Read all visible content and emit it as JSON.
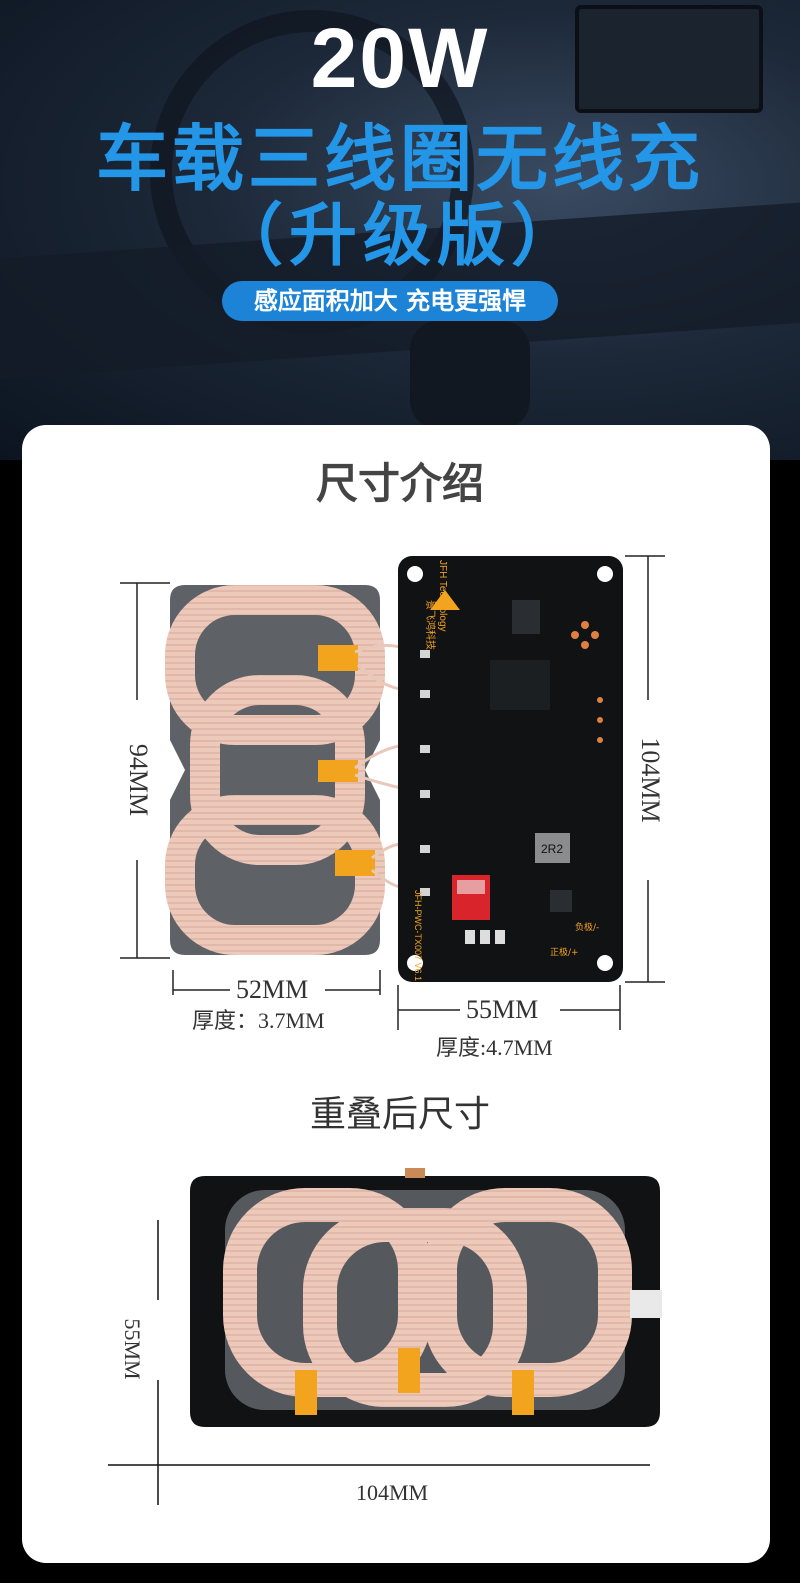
{
  "hero": {
    "title_power": "20W",
    "title_main": "车载三线圈无线充",
    "title_sub": "（升级版）",
    "tagline": "感应面积加大 充电更强悍"
  },
  "sections": {
    "size_intro": "尺寸介绍",
    "overlap_size": "重叠后尺寸"
  },
  "dimensions": {
    "coil_height": "94MM",
    "coil_width": "52MM",
    "coil_thickness": "厚度：3.7MM",
    "board_height": "104MM",
    "board_width": "55MM",
    "board_thickness": "厚度:4.7MM",
    "overlap_height": "55MM",
    "overlap_width": "104MM"
  },
  "board_markings": {
    "brand": "JFH Technology",
    "brand_cn": "景飞鸿科技",
    "model": "JFH-PWC-TX007 V6.1",
    "inductor": "2R2",
    "neg": "负极/-",
    "pos": "正极/+"
  },
  "colors": {
    "accent_blue": "#2496e8",
    "pill_blue": "#1d83d6",
    "copper": "#e9c3b4",
    "pcb": "#101214",
    "tape": "#f3a41f"
  }
}
